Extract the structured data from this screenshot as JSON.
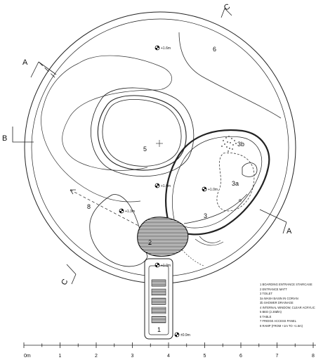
{
  "plan": {
    "room_numbers": {
      "r1": "1",
      "r2": "2",
      "r3": "3",
      "r3a": "3a",
      "r3b": "3b",
      "r5": "5",
      "r6": "6",
      "r8": "8"
    },
    "section_markers": {
      "a_top": "A",
      "a_right": "A",
      "b_left": "B",
      "c_top": "C",
      "c_bottom": "C"
    },
    "levels": {
      "l1": "+1.6m",
      "l2": "+1.6m",
      "l3": "+1.0m",
      "l4": "+1.3m",
      "l5": "+1.0m",
      "l6": "±0.9m"
    }
  },
  "legend": {
    "items": [
      "1 BOARDING ENTRANCE STAIRCASE",
      "2 ENTRANCE MATT",
      "3 TOILET",
      "3a WASH BASIN IN CORIAN",
      "3b SHOWER DRAINAGE",
      "4 INTERNAL WINDOW, CLEAR ACRYLIC",
      "5 BED (2.30Øm)",
      "6 TABLE",
      "7 FRIDGE ACCESS PANEL",
      "8 RAMP (FROM +1m TO +1.6m)"
    ]
  },
  "scale_bar": {
    "labels": [
      "0m",
      "1",
      "2",
      "3",
      "4",
      "5",
      "6",
      "7",
      "8"
    ]
  }
}
